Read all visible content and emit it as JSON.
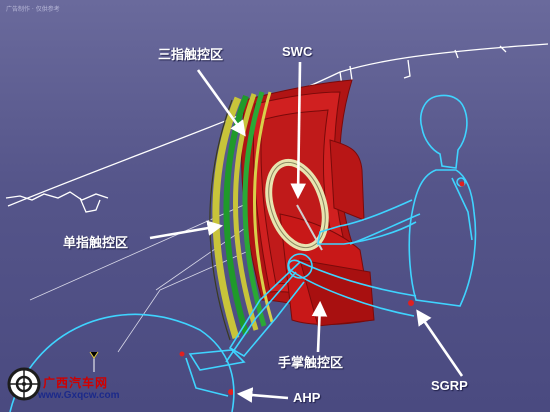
{
  "watermark": "广告制作 · 仅供参考",
  "labels": {
    "three_finger_zone": "三指触控区",
    "swc": "SWC",
    "single_finger_zone": "单指触控区",
    "palm_zone": "手掌触控区",
    "sgrp": "SGRP",
    "ahp": "AHP"
  },
  "logo": {
    "chinese": "广西汽车网",
    "url": "www.Gxqcw.com"
  },
  "colors": {
    "background": "#55558a",
    "zone_red": "#c81818",
    "zone_green": "#1f9a2a",
    "zone_yellow": "#c8c43a",
    "mannequin": "#3fd4ff",
    "arrow": "#ffffff"
  }
}
